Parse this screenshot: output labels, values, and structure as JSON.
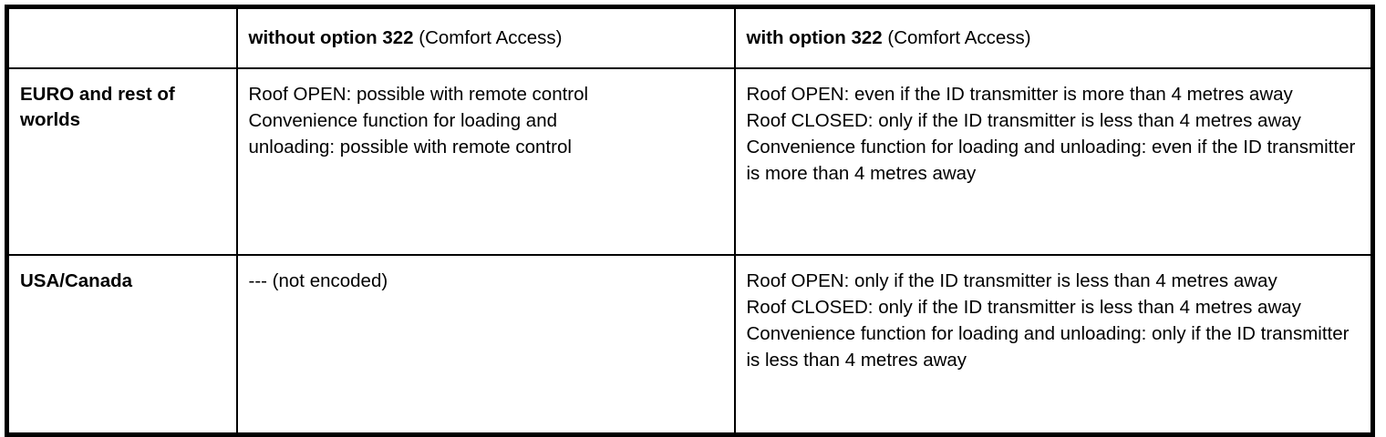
{
  "table": {
    "columns": [
      {
        "id": "region",
        "header": ""
      },
      {
        "id": "without_322",
        "header_strong": "without option 322",
        "header_rest": " (Comfort Access)"
      },
      {
        "id": "with_322",
        "header_strong": "with option 322",
        "header_rest": " (Comfort Access)"
      }
    ],
    "rows": [
      {
        "label": "EURO and rest of worlds",
        "without_322": [
          "Roof OPEN: possible with remote control",
          "Convenience function for loading and",
          "unloading: possible with remote control"
        ],
        "with_322": [
          "Roof OPEN: even if the ID transmitter is more than 4 metres away",
          "Roof CLOSED: only if the ID transmitter is less than 4 metres away",
          "Convenience function for loading and unloading: even if the ID transmitter is more than 4 metres away"
        ]
      },
      {
        "label": "USA/Canada",
        "without_322": [
          "--- (not encoded)"
        ],
        "with_322": [
          "Roof OPEN: only if the ID transmitter is less than 4 metres away",
          "Roof CLOSED: only if the ID transmitter is less than 4 metres away",
          "Convenience function for loading and unloading: only if the ID transmitter is less than 4 metres away"
        ]
      }
    ]
  },
  "colors": {
    "border": "#000000",
    "text": "#000000",
    "background": "#ffffff"
  }
}
